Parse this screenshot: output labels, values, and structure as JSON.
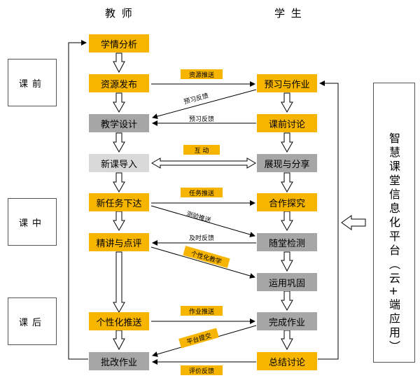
{
  "header": {
    "teacher": "教 师",
    "student": "学 生"
  },
  "phases": {
    "before": "课前",
    "during": "课中",
    "after": "课后"
  },
  "teacher_steps": {
    "analysis": "学情分析",
    "publish": "资源发布",
    "design": "教学设计",
    "intro": "新课导入",
    "task": "新任务下达",
    "explain": "精讲与点评",
    "push": "个性化推送",
    "grade": "批改作业"
  },
  "student_steps": {
    "preview": "预习与作业",
    "discuss_pre": "课前讨论",
    "show": "展现与分享",
    "coop": "合作探究",
    "test": "随堂检测",
    "consolidate": "运用巩固",
    "finish": "完成作业",
    "summary": "总结讨论"
  },
  "flows": {
    "resource_push": "资源推送",
    "preview_feedback_1": "预习反馈",
    "preview_feedback_2": "预习反馈",
    "interaction": "互  动",
    "task_push": "任务推送",
    "test_push": "测验推送",
    "timely_feedback": "及时反馈",
    "personalized_teaching": "个性化教学",
    "homework_push": "作业推送",
    "platform_submit": "平台提交",
    "eval_feedback": "评价反馈"
  },
  "platform": {
    "label": "智慧课堂信息化平台（云+端应用）"
  },
  "colors": {
    "accent": "#f7b500",
    "gray": "#a6a6a6",
    "light_gray": "#d9d9d9"
  }
}
